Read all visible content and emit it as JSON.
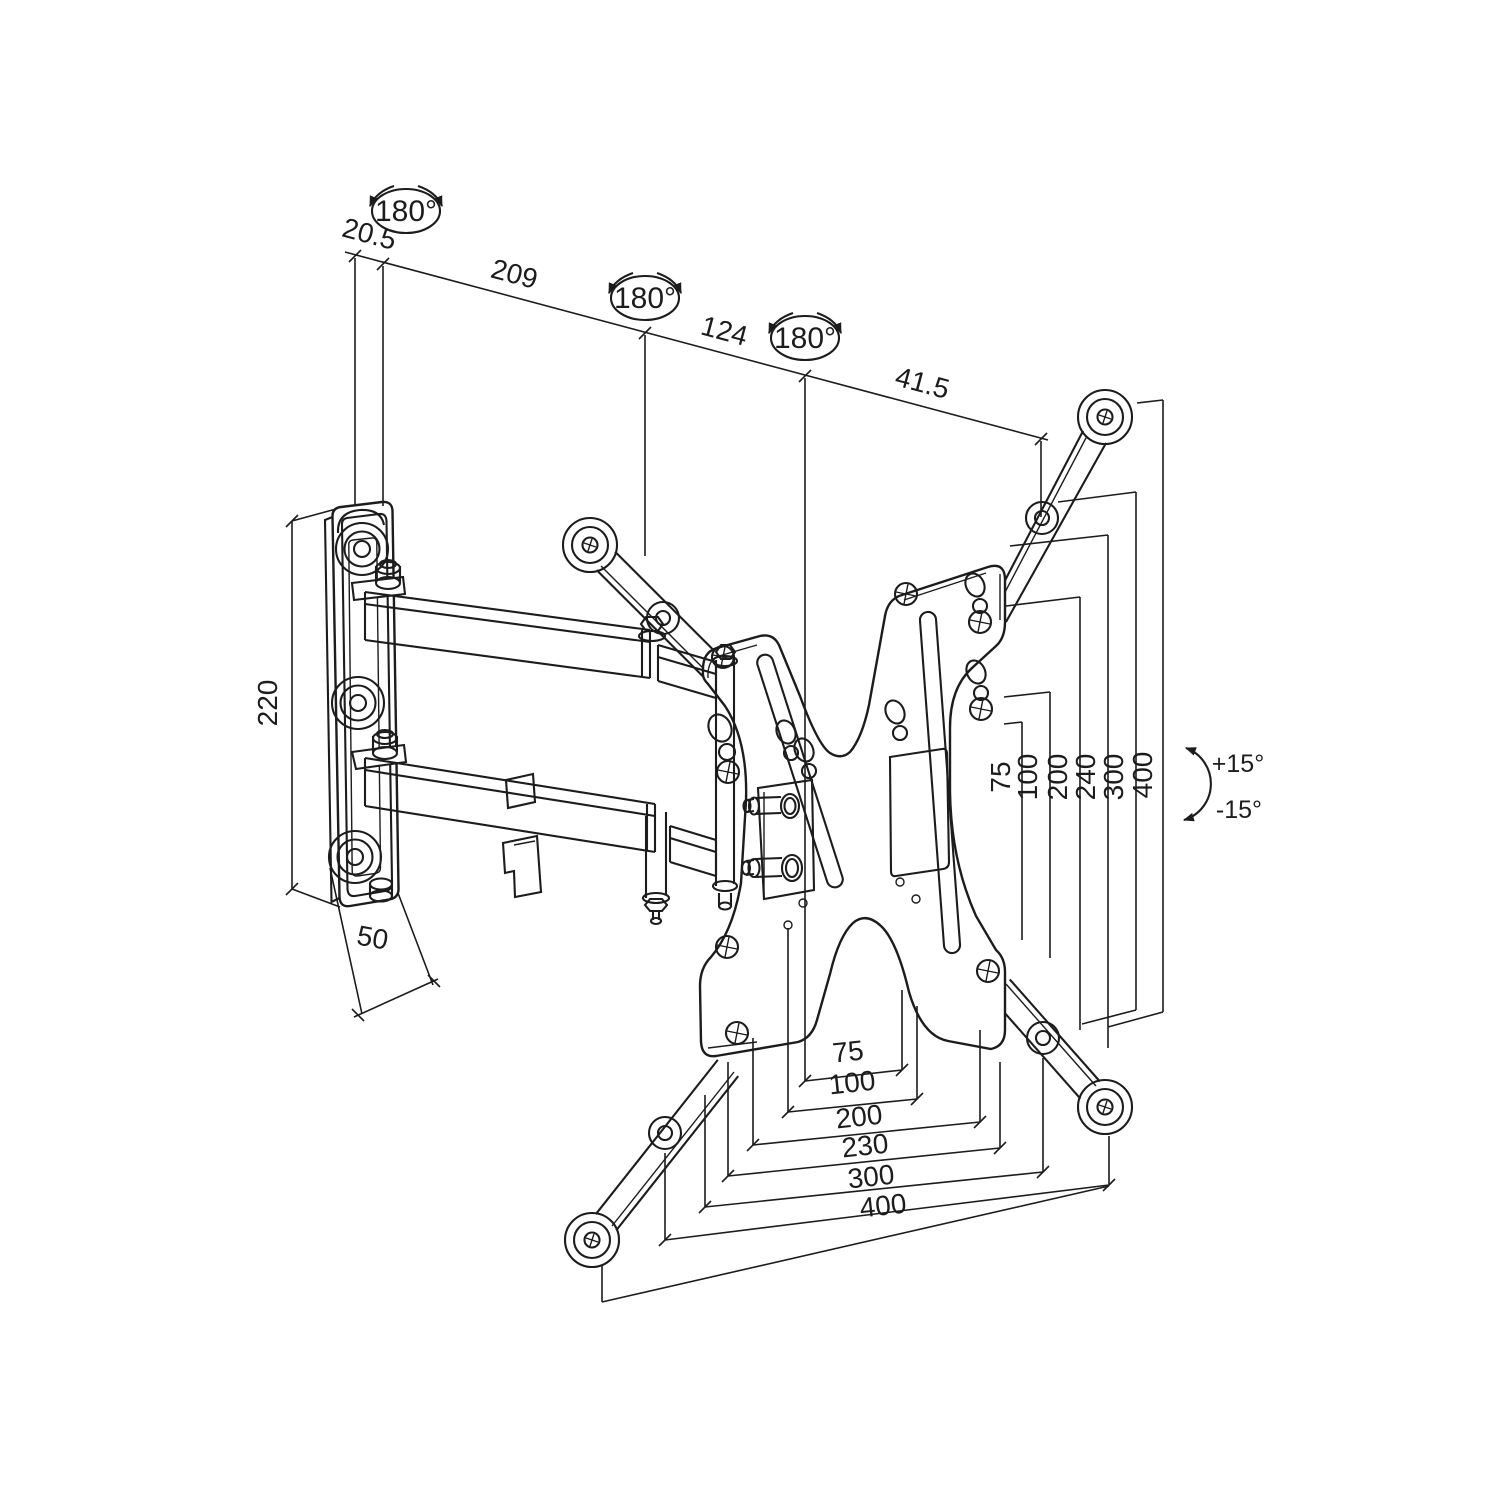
{
  "drawing": {
    "kind": "technical-line-drawing",
    "subject": "Articulating full-motion TV wall-mount bracket, dimensioned isometric view",
    "colors": {
      "background": "#ffffff",
      "line": "#1c1c1c"
    }
  },
  "annotations": {
    "swivel": [
      "180°",
      "180°",
      "180°"
    ],
    "top": [
      "20.5",
      "209",
      "124",
      "41.5"
    ],
    "plate_height": "220",
    "plate_depth": "50",
    "right": [
      "75",
      "100",
      "200",
      "240",
      "300",
      "400"
    ],
    "bottom": [
      "75",
      "100",
      "200",
      "230",
      "300",
      "400"
    ],
    "tilt_up": "+15°",
    "tilt_down": "-15°"
  }
}
